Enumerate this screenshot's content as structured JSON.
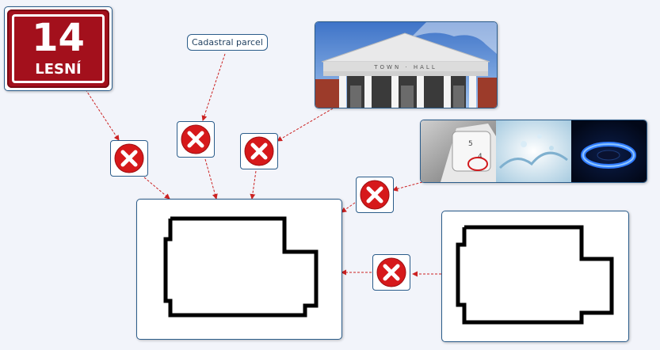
{
  "nodes": {
    "street_sign": {
      "number": "14",
      "street": "LESNÍ"
    },
    "cadastral": {
      "label": "Cadastral parcel"
    },
    "town_hall": {
      "sign": "TOWN · HALL"
    }
  },
  "colors": {
    "node_border": "#2b5c8a",
    "connector": "#cc2222",
    "delete_red": "#d6191b",
    "sign_red": "#a3101c",
    "outline": "#000000"
  },
  "icons": [
    "delete-icon",
    "building-outline-icon",
    "street-sign-icon",
    "town-hall-icon",
    "utilities-icon"
  ]
}
